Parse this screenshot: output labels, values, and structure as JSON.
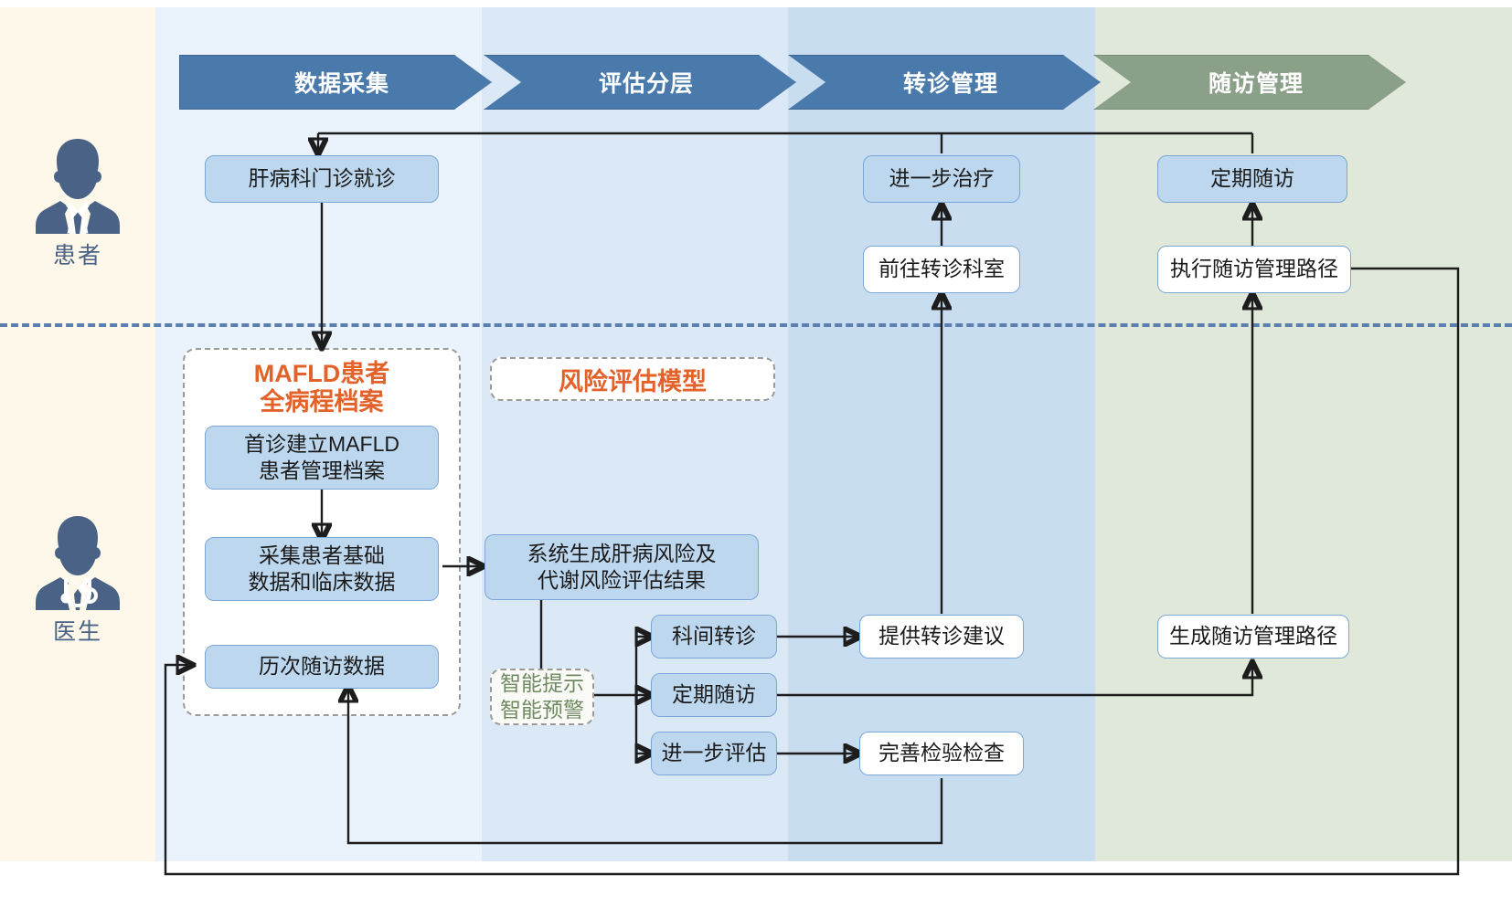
{
  "phases": [
    {
      "id": "data-collection",
      "label": "数据采集",
      "color": "#4a7aab"
    },
    {
      "id": "assessment-stratification",
      "label": "评估分层",
      "color": "#4a7aab"
    },
    {
      "id": "referral-management",
      "label": "转诊管理",
      "color": "#4a7aab"
    },
    {
      "id": "followup-management",
      "label": "随访管理",
      "color": "#8ba089"
    }
  ],
  "roles": [
    {
      "id": "patient",
      "label": "患者",
      "icon": "patient-icon"
    },
    {
      "id": "doctor",
      "label": "医生",
      "icon": "doctor-icon"
    }
  ],
  "groups": {
    "archive": {
      "title_line1": "MAFLD患者",
      "title_line2": "全病程档案",
      "accent": "#e2622a"
    },
    "risk_model": {
      "title": "风险评估模型",
      "accent": "#e2622a"
    },
    "smart_tip": {
      "line1": "智能提示",
      "line2": "智能预警",
      "accent": "#6f8a62"
    }
  },
  "nodes": {
    "clinic_visit": "肝病科门诊就诊",
    "further_treatment": "进一步治疗",
    "regular_followup_patient": "定期随访",
    "go_to_referral_dept": "前往转诊科室",
    "execute_followup_path": "执行随访管理路径",
    "create_archive": "首诊建立MAFLD\n患者管理档案",
    "collect_data": "采集患者基础\n数据和临床数据",
    "historical_followup_data": "历次随访数据",
    "system_risk_result": "系统生成肝病风险及\n代谢风险评估结果",
    "inter_dept_referral": "科间转诊",
    "regular_followup_doc": "定期随访",
    "further_assessment": "进一步评估",
    "provide_referral_advice": "提供转诊建议",
    "complete_examination": "完善检验检查",
    "generate_followup_path": "生成随访管理路径"
  },
  "colors": {
    "lane_left_bg": "#fdf8e9",
    "col1_bg": "#eaf2fb",
    "col2_bg": "#dbe8f6",
    "col3_bg": "#c9ddf1",
    "col4_bg": "#dfe8d9",
    "node_blue_fill": "#bdd7ee",
    "node_border": "#7ba7d7",
    "node_white_fill": "#ffffff",
    "divider": "#5b7fae",
    "connector": "#1d1d1d",
    "role_icon": "#4a6285"
  }
}
